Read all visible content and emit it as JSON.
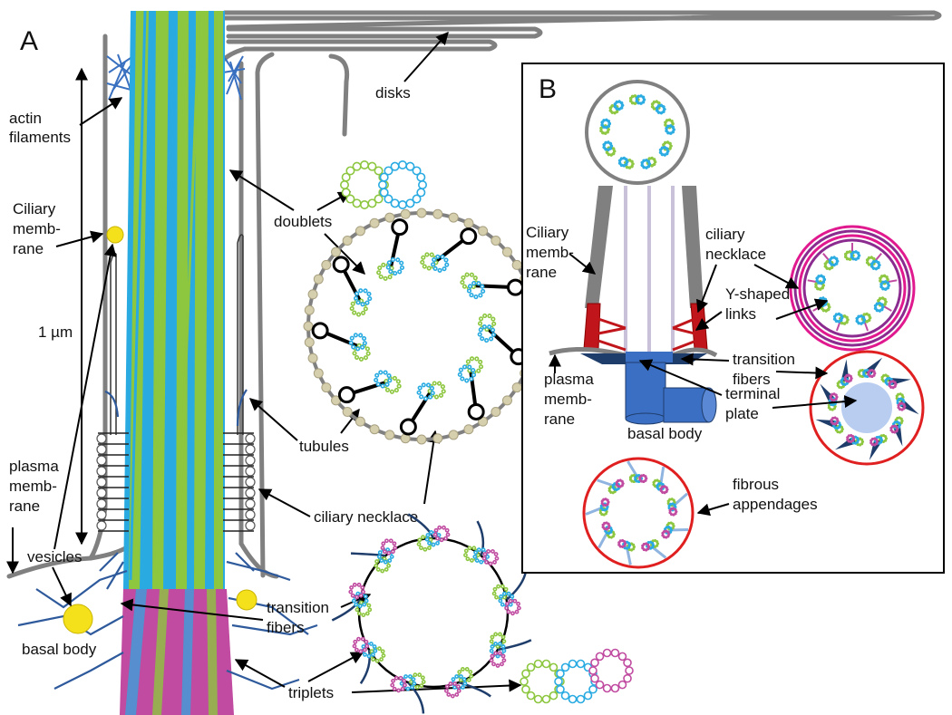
{
  "panels": {
    "a": "A",
    "b": "B"
  },
  "labels": {
    "actin": [
      "actin",
      "filaments"
    ],
    "ciliary_membrane_a": [
      "Ciliary",
      "memb-",
      "rane"
    ],
    "scale": "1 µm",
    "plasma_membrane_a": [
      "plasma",
      "memb-",
      "rane"
    ],
    "vesicles": "vesicles",
    "basal_body_a": "basal body",
    "disks": "disks",
    "doublets": "doublets",
    "tubules": "tubules",
    "ciliary_necklace_a": "ciliary necklace",
    "transition_fibers_a": [
      "transition",
      "fibers"
    ],
    "triplets": "triplets",
    "ciliary_membrane_b": [
      "Ciliary",
      "memb-",
      "rane"
    ],
    "ciliary_necklace_b": [
      "ciliary",
      "necklace"
    ],
    "y_links": [
      "Y-shaped",
      "links"
    ],
    "transition_fibers_b": [
      "transition",
      "fibers"
    ],
    "terminal_plate": [
      "terminal",
      "plate"
    ],
    "plasma_membrane_b": [
      "plasma",
      "memb-",
      "rane"
    ],
    "basal_body_b": "basal body",
    "fibrous_appendages": [
      "fibrous",
      "appendages"
    ]
  },
  "colors": {
    "microtubule_blue": "#29abe2",
    "microtubule_green": "#8dc63f",
    "basal_magenta": "#c04ba0",
    "membrane_gray": "#808080",
    "actin_blue": "#3a70c0",
    "vesicle_yellow": "#f5e11b",
    "fiber_navy": "#1f3d6b",
    "necklace_gray": "#d6cfae",
    "ring_red": "#e02020",
    "link_red": "#c0161b",
    "basal_body_blue": "#3b6fc4"
  }
}
